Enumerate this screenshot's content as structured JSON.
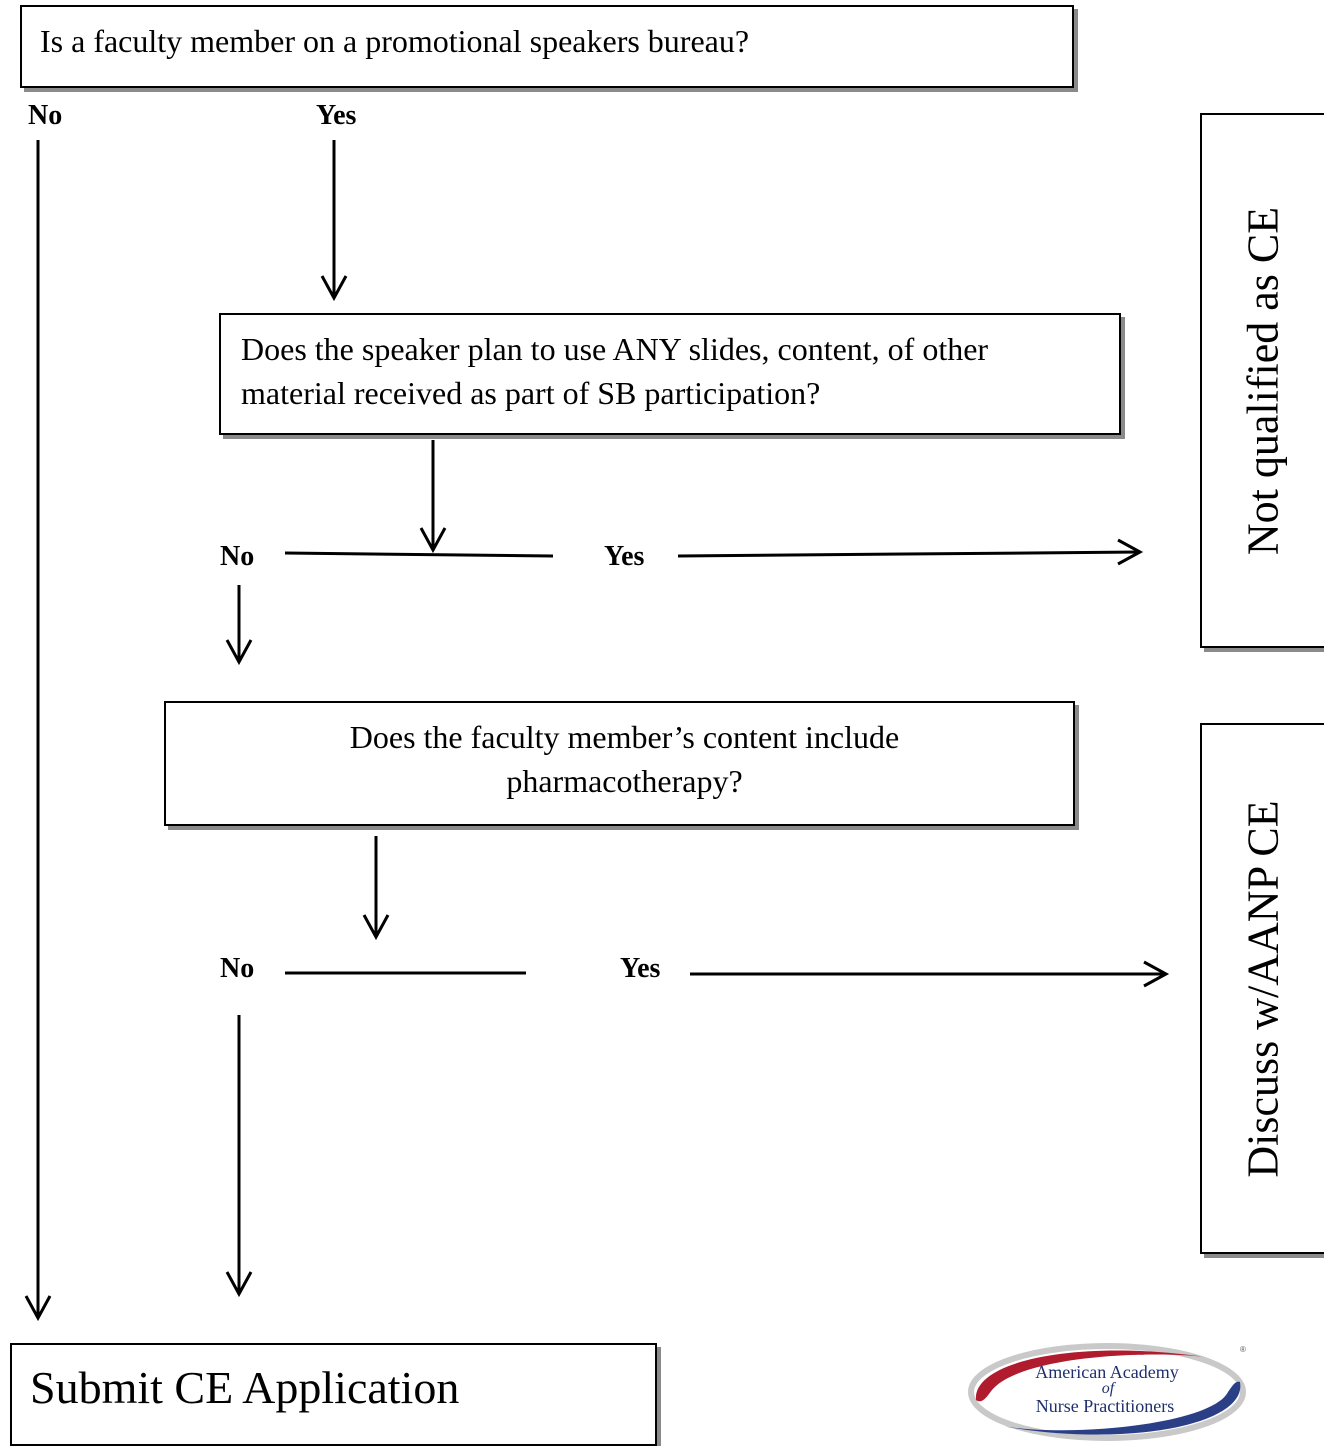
{
  "nodes": {
    "q1": "Is a faculty member on a promotional speakers bureau?",
    "q2": "Does the speaker plan to use ANY slides, content, of other material received as part of SB participation?",
    "q3": "Does the faculty member’s content include pharmacotherapy?",
    "submit": "Submit CE Application",
    "not_qualified": "Not qualified as CE",
    "discuss": "Discuss w/AANP CE"
  },
  "labels": {
    "q1_no": "No",
    "q1_yes": "Yes",
    "q2_no": "No",
    "q2_yes": "Yes",
    "q3_no": "No",
    "q3_yes": "Yes"
  },
  "logo": {
    "line1": "American Academy",
    "line2": "of",
    "line3": "Nurse Practitioners",
    "colors": {
      "red": "#b01c2e",
      "blue": "#2b3f87",
      "text": "#1f2f6e"
    }
  }
}
